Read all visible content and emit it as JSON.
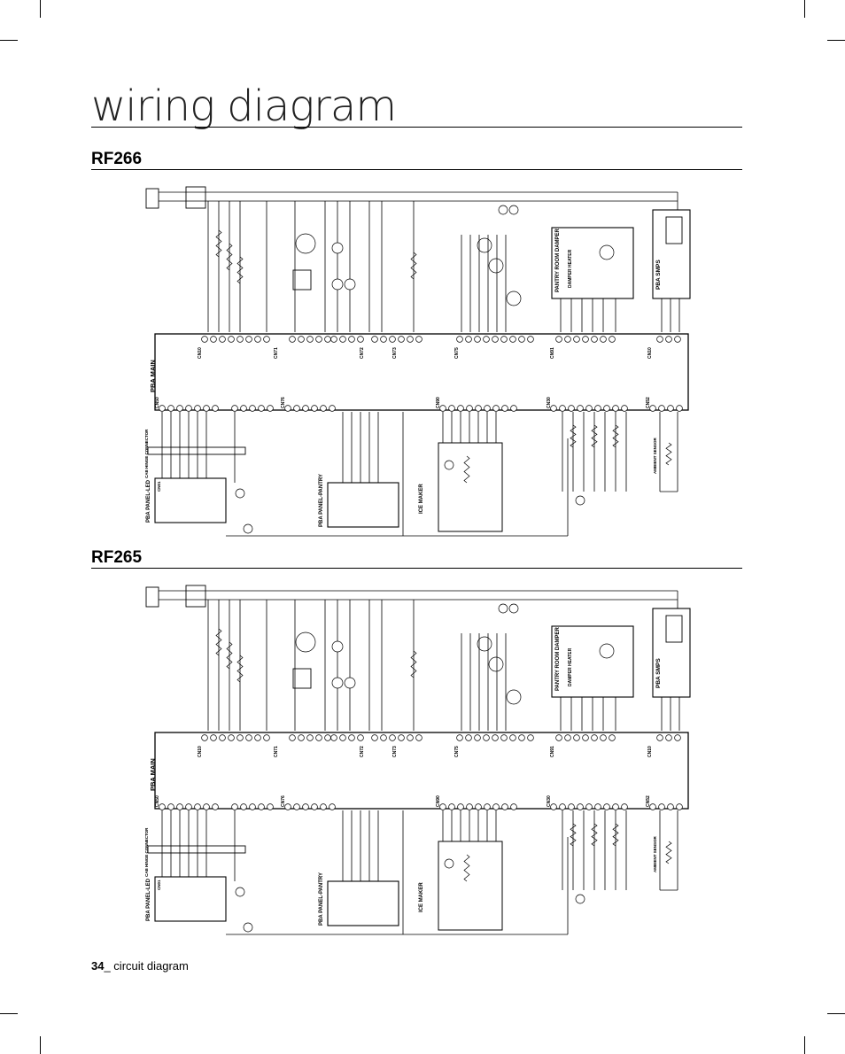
{
  "page": {
    "title": "wiring diagram",
    "footer_number": "34",
    "footer_text": "_ circuit diagram"
  },
  "diagrams": [
    {
      "model": "RF266",
      "labels": {
        "pba_main": "PBA MAIN",
        "pba_smps": "PBA SMPS",
        "pantry_damper": "PANTRY ROOM DAMPER",
        "damper_heater": "DAMPER HEATER",
        "ice_maker": "ICE MAKER",
        "panel_led": "PBA PANEL-LED",
        "panel_pantry": "PBA PANEL-PANTRY",
        "hinge": "CAB HINGE CONNECTOR",
        "ambient": "AMBIENT SENSOR",
        "cn10": "CN10",
        "cn71": "CN71",
        "cn72": "CN72",
        "cn73": "CN73",
        "cn75": "CN75",
        "cn91": "CN91",
        "cn50": "CN50",
        "cn76": "CN76",
        "cn90": "CN90",
        "cn30": "CN30",
        "cn52": "CN52",
        "cn01": "CN01"
      }
    },
    {
      "model": "RF265",
      "labels": {
        "pba_main": "PBA MAIN",
        "pba_smps": "PBA SMPS",
        "pantry_damper": "PANTRY ROOM DAMPER",
        "damper_heater": "DAMPER HEATER",
        "ice_maker": "ICE MAKER",
        "panel_led": "PBA PANEL-LED",
        "panel_pantry": "PBA PANEL-PANTRY",
        "hinge": "CAB HINGE CONNECTOR",
        "ambient": "AMBIENT SENSOR",
        "cn10": "CN10",
        "cn71": "CN71",
        "cn72": "CN72",
        "cn73": "CN73",
        "cn75": "CN75",
        "cn91": "CN91",
        "cn50": "CN50",
        "cn76": "CN76",
        "cn90": "CN90",
        "cn30": "CN30",
        "cn52": "CN52",
        "cn01": "CN01"
      }
    }
  ]
}
